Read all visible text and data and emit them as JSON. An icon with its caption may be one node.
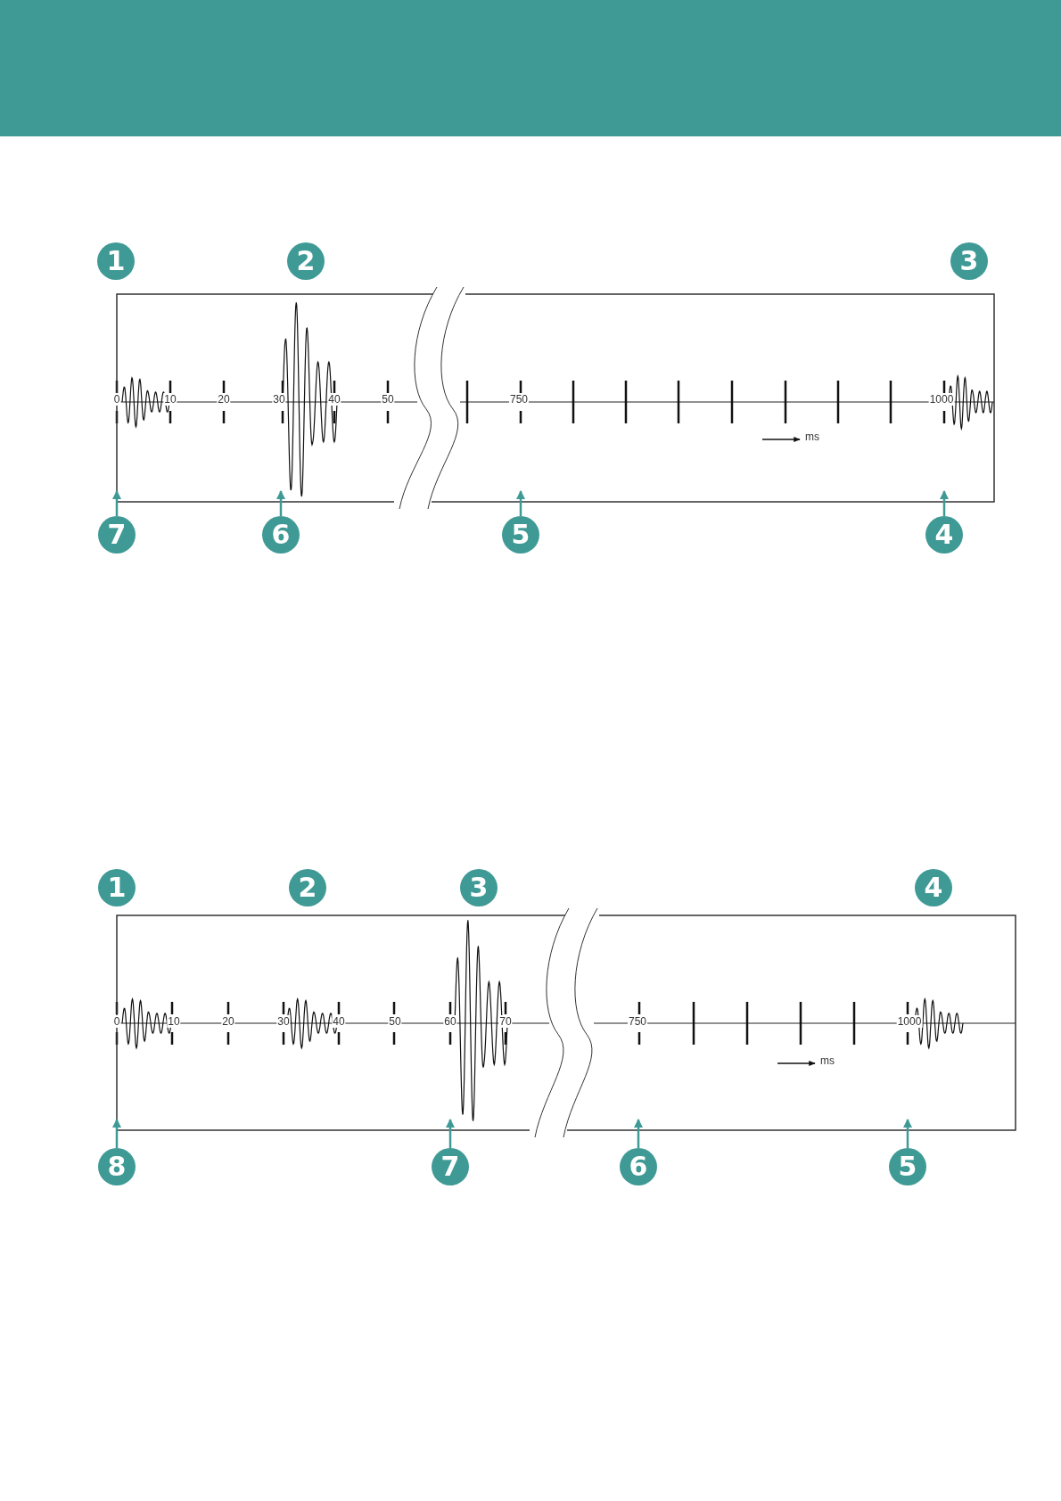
{
  "diagram": {
    "nodes": [
      {
        "text": [
          "1"
        ]
      },
      {
        "text": [
          "2"
        ]
      },
      {
        "text": [
          "3"
        ]
      },
      {
        "text": [],
        "shape": "box"
      },
      {
        "text": [
          "7"
        ]
      },
      {
        "text": [
          "6"
        ]
      },
      {
        "text": [
          "5"
        ]
      },
      {
        "text": [
          "4"
        ]
      },
      {
        "text": [
          "1"
        ]
      },
      {
        "text": [
          "2"
        ]
      },
      {
        "text": [
          "3"
        ]
      },
      {
        "text": [
          "4"
        ]
      },
      {
        "text": [],
        "shape": "box"
      },
      {
        "text": [
          "8"
        ]
      },
      {
        "text": [
          "7"
        ]
      },
      {
        "text": [
          "6"
        ]
      },
      {
        "text": [
          "5"
        ]
      }
    ],
    "edges": [
      {
        "from": 4,
        "to": 3,
        "arrow": "to"
      },
      {
        "from": 5,
        "to": 3,
        "arrow": "to"
      },
      {
        "from": 6,
        "to": 3,
        "arrow": "to"
      },
      {
        "from": 7,
        "to": 3,
        "arrow": "to"
      },
      {
        "from": 13,
        "to": 12,
        "arrow": "to"
      },
      {
        "from": 14,
        "to": 12,
        "arrow": "to"
      },
      {
        "from": 15,
        "to": 12,
        "arrow": "to"
      },
      {
        "from": 16,
        "to": 12,
        "arrow": "to"
      }
    ],
    "labels": [
      "0",
      "10",
      "20",
      "30",
      "40",
      "50",
      "750",
      "1000",
      "ms",
      "0",
      "10",
      "20",
      "30",
      "40",
      "50",
      "60",
      "70",
      "750",
      "1000",
      "ms"
    ]
  }
}
